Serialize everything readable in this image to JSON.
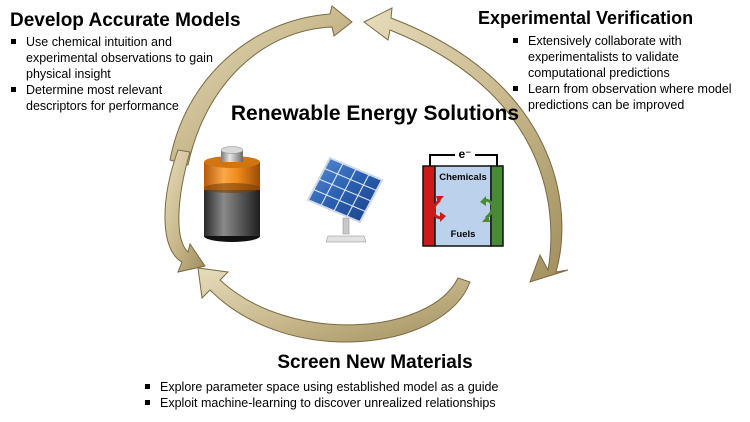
{
  "center_title": "Renewable Energy Solutions",
  "develop": {
    "heading": "Develop Accurate Models",
    "bullets": [
      "Use chemical intuition and experimental observations to gain physical insight",
      "Determine most relevant descriptors for performance"
    ]
  },
  "verify": {
    "heading": "Experimental Verification",
    "bullets": [
      "Extensively collaborate with experimentalists to validate computational predictions",
      "Learn from observation where model predictions can be improved"
    ]
  },
  "screen": {
    "heading": "Screen New Materials",
    "bullets": [
      "Explore parameter space using established model as a guide",
      "Exploit machine-learning to discover unrealized relationships"
    ]
  },
  "cell": {
    "electron": "e⁻",
    "chemicals": "Chemicals",
    "fuels": "Fuels"
  },
  "colors": {
    "arrow_fill": "#c9b98d",
    "arrow_stroke": "#7a6a45",
    "battery_orange": "#f08a1c",
    "panel_blue": "#2a5fb0",
    "cell_red": "#cc1a1a",
    "cell_green": "#4a8a35",
    "cell_inner": "#bcd2ec"
  }
}
